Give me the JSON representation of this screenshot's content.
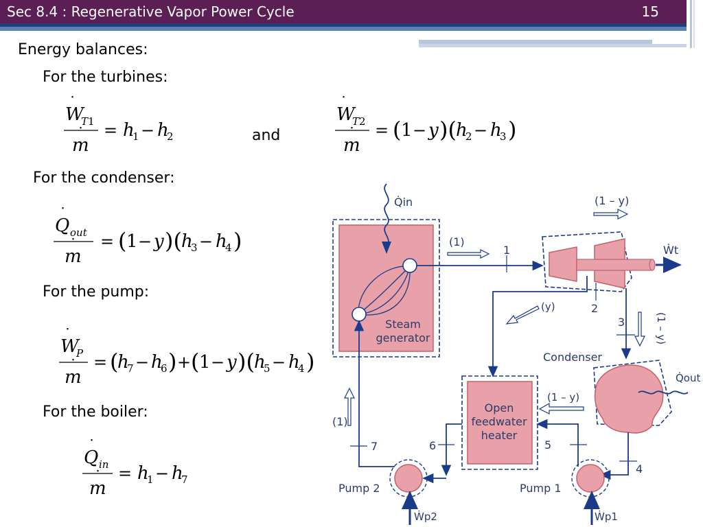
{
  "header": {
    "title": "Sec 8.4 : Regenerative Vapor Power Cycle",
    "page": "15"
  },
  "content": {
    "heading": "Energy balances:",
    "turbines_label": "For the turbines:",
    "and_label": "and",
    "condenser_label": "For the condenser:",
    "pump_label": "For the pump:",
    "boiler_label": "For the boiler:"
  },
  "diagram": {
    "q_in": "Q̇in",
    "q_out": "Q̇out",
    "w_t": "Ẇt",
    "w_p1": "Ẇp1",
    "w_p2": "Ẇp2",
    "flow_1": "(1)",
    "flow_1_minus_y": "(1 – y)",
    "flow_y": "(y)",
    "flow_1_left": "(1)",
    "flow_1_minus_y_cond": "(1 – y)",
    "flow_1_minus_y_vert": "(1 – y)",
    "steam_generator": [
      "Steam",
      "generator"
    ],
    "condenser": "Condenser",
    "feedwater_heater": [
      "Open",
      "feedwater",
      "heater"
    ],
    "pump1": "Pump 1",
    "pump2": "Pump 2",
    "state_1": "1",
    "state_2": "2",
    "state_3": "3",
    "state_4": "4",
    "state_5": "5",
    "state_6": "6",
    "state_7": "7"
  },
  "colors": {
    "title_bar": "#5c1f55",
    "component_fill": "#e8a1a8",
    "component_stroke": "#c2606d",
    "line": "#1a3a8a"
  }
}
